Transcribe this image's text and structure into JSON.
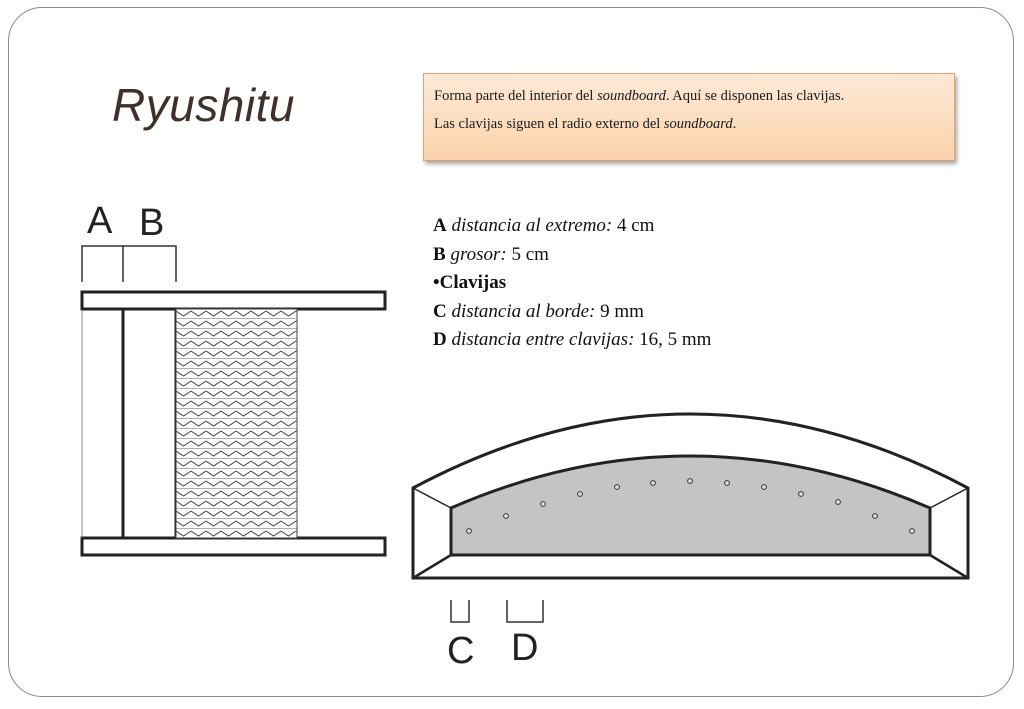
{
  "title": "Ryushitu",
  "note": {
    "line1_pre": "Forma parte del interior del ",
    "line1_em": "soundboard",
    "line1_post": ". Aquí se disponen las clavijas.",
    "line2_pre": "Las clavijas siguen el radio externo del ",
    "line2_em": "soundboard",
    "line2_post": "."
  },
  "specs": {
    "a_key": "A",
    "a_label": "distancia al extremo:",
    "a_value": "4 cm",
    "b_key": "B",
    "b_label": "grosor:",
    "b_value": "5 cm",
    "bullet": "•Clavijas",
    "c_key": "C",
    "c_label": "distancia al borde:",
    "c_value": "9 mm",
    "d_key": "D",
    "d_label": "distancia entre clavijas:",
    "d_value": "16, 5 mm"
  },
  "labels": {
    "a": "A",
    "b": "B",
    "c": "C",
    "d": "D"
  },
  "colors": {
    "note_bg": "#fbd3ad",
    "title": "#3f3129",
    "board_fill": "#c4c4c4"
  }
}
